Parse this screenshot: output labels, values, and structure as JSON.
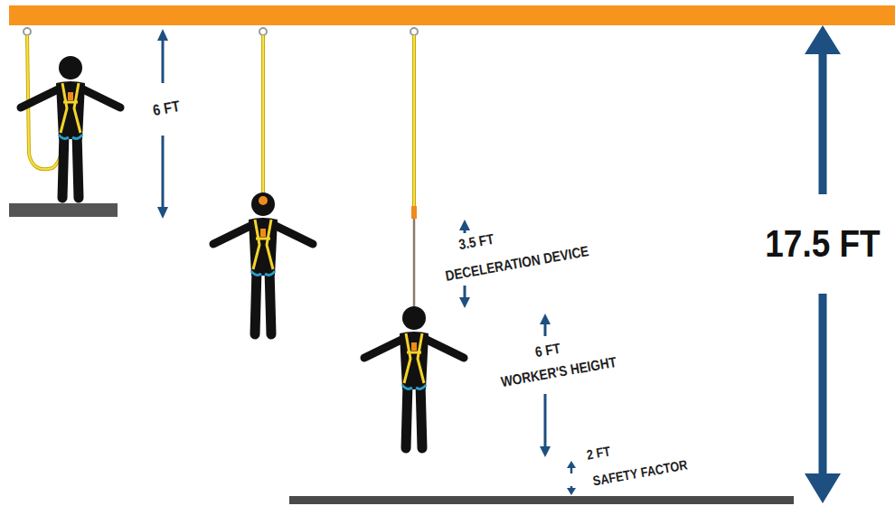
{
  "diagram": {
    "labels": [
      "6 FT",
      "3.5 FT",
      "DECELERATION DEVICE",
      "6 FT",
      "WORKER'S HEIGHT",
      "2 FT",
      "SAFETY FACTOR",
      "17.5 FT"
    ]
  }
}
